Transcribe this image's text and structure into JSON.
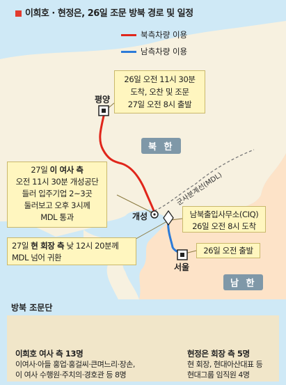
{
  "title": "이희호 · 현정은, 26일 조문 방북 경로 및 일정",
  "legend": {
    "north_route": "북측차량 이용",
    "south_route": "남측차량 이용",
    "north_color": "#e0261b",
    "south_color": "#2c7bd8"
  },
  "labels": {
    "pyongyang": "평양",
    "kaesong": "개성",
    "seoul": "서울",
    "north_region": "북 한",
    "south_region": "남 한",
    "dmz": "군사분계선(MDL)"
  },
  "callouts": {
    "pyongyang": [
      "26일 오전 11시 30분",
      "도착, 오찬 및 조문",
      "27일 오전 8시 출발"
    ],
    "lee_title_prefix": "27일 ",
    "lee_title_bold": "이 여사 측",
    "lee_lines": [
      "오전 11시 30분 개성공단",
      "들러 입주기업 2~3곳",
      "둘러보고 오후 3시께",
      "MDL 통과"
    ],
    "hyun_prefix": "27일 ",
    "hyun_bold": "현 회장 측",
    "hyun_suffix": " 낮 12시 20분께",
    "hyun_line2": "MDL 넘어 귀환",
    "cio": [
      "남북출입사무소(CIQ)",
      "26일 오전 8시 도착"
    ],
    "seoul": "26일 오전 출발"
  },
  "delegation": {
    "section_title": "방북 조문단",
    "lee_count_people": 13,
    "hyun_count_people": 5,
    "lee_head": "이희호 여사 측 13명",
    "lee_lines": [
      "이여사·아들 홍업·홍걸씨·큰며느리·장손,",
      "이 여사 수행원·주치의·경호관 등 8명"
    ],
    "hyun_head": "현정은 회장 측 5명",
    "hyun_lines": [
      "현 회장, 현대아산대표 등",
      "현대그룹 임직원 4명"
    ]
  }
}
